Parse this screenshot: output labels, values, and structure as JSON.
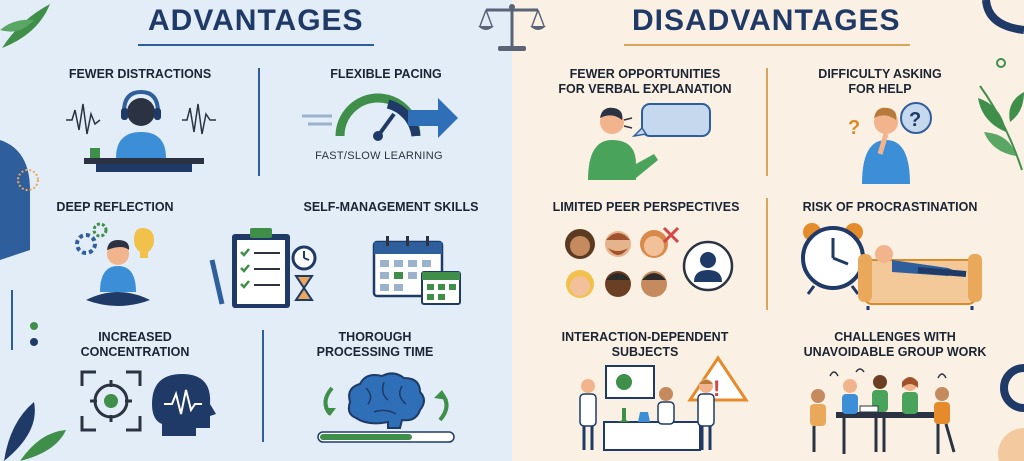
{
  "advantages": {
    "heading": "ADVANTAGES",
    "items": [
      {
        "label": "FEWER DISTRACTIONS"
      },
      {
        "label": "FLEXIBLE PACING",
        "sub": "FAST/SLOW LEARNING"
      },
      {
        "label": "DEEP REFLECTION"
      },
      {
        "label": "SELF-MANAGEMENT SKILLS"
      },
      {
        "label": "INCREASED\nCONCENTRATION"
      },
      {
        "label": "THOROUGH\nPROCESSING TIME"
      }
    ]
  },
  "disadvantages": {
    "heading": "DISADVANTAGES",
    "items": [
      {
        "label": "FEWER OPPORTUNITIES\nFOR VERBAL EXPLANATION"
      },
      {
        "label": "DIFFICULTY ASKING\nFOR HELP"
      },
      {
        "label": "LIMITED PEER PERSPECTIVES"
      },
      {
        "label": "RISK OF PROCRASTINATION"
      },
      {
        "label": "INTERACTION-DEPENDENT\nSUBJECTS"
      },
      {
        "label": "CHALLENGES WITH\nUNAVOIDABLE GROUP WORK"
      }
    ]
  },
  "colors": {
    "navy": "#1f3a66",
    "blue": "#2f5e9c",
    "green": "#3f8f4a",
    "orange": "#e58b2b",
    "left_bg": "#e3edf7",
    "right_bg": "#fbf0e4"
  },
  "icons": [
    "balance-scale-icon",
    "headphones-person-icon",
    "speedometer-icon",
    "meditating-person-icon",
    "clipboard-checklist-icon",
    "calendar-icon",
    "target-icon",
    "brain-icon",
    "speech-bubble-icon",
    "question-mark-icon",
    "alarm-clock-icon",
    "warning-icon",
    "group-meeting-icon"
  ]
}
